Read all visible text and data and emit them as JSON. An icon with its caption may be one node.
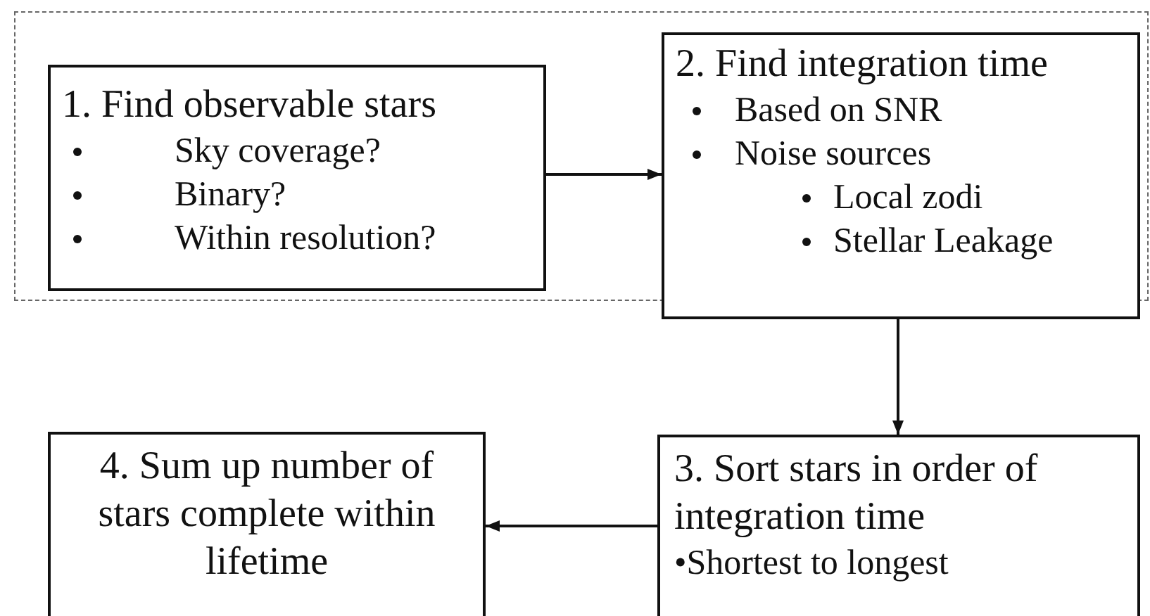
{
  "diagram": {
    "nodes": [
      {
        "text": [],
        "shape": "box"
      },
      {
        "text": [
          "1. Find observable stars",
          "Sky coverage?",
          "Binary?",
          "Within resolution?"
        ],
        "in": 0
      },
      {
        "text": [
          "2. Find integration time",
          "Based on SNR",
          "Noise sources",
          "Local zodi",
          "Stellar Leakage"
        ]
      },
      {
        "text": [
          "3. Sort stars in order of integration time",
          "•Shortest to longest"
        ]
      },
      {
        "text": [
          "4. Sum up number of stars complete within lifetime"
        ]
      }
    ],
    "edges": [
      {
        "from": 1,
        "to": 2,
        "arrow": "to"
      },
      {
        "from": 2,
        "to": 3,
        "arrow": "to"
      },
      {
        "from": 3,
        "to": 4,
        "arrow": "to"
      }
    ]
  }
}
